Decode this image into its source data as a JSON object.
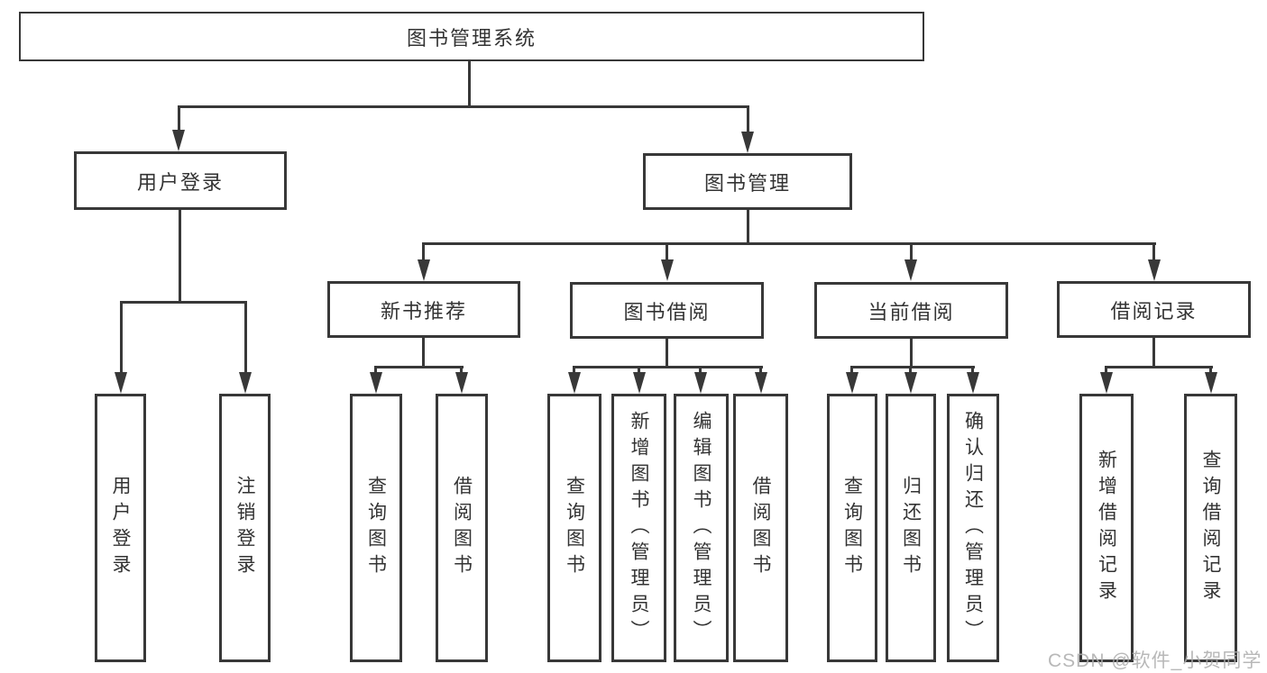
{
  "root": {
    "label": "图书管理系统"
  },
  "login": {
    "label": "用户登录",
    "children": {
      "user_login": {
        "label": "用户登录"
      },
      "logout": {
        "label": "注销登录"
      }
    }
  },
  "management": {
    "label": "图书管理",
    "sections": {
      "new_books": {
        "label": "新书推荐",
        "children": {
          "query_books": {
            "label": "查询图书"
          },
          "borrow_books": {
            "label": "借阅图书"
          }
        }
      },
      "borrowing": {
        "label": "图书借阅",
        "children": {
          "query_books": {
            "label": "查询图书"
          },
          "add_books": {
            "label": "新增图书（管理员）"
          },
          "edit_books": {
            "label": "编辑图书（管理员）"
          },
          "borrow_books": {
            "label": "借阅图书"
          }
        }
      },
      "current": {
        "label": "当前借阅",
        "children": {
          "query_books": {
            "label": "查询图书"
          },
          "return_books": {
            "label": "归还图书"
          },
          "confirm_return": {
            "label": "确认归还（管理员）"
          }
        }
      },
      "records": {
        "label": "借阅记录",
        "children": {
          "add_record": {
            "label": "新增借阅记录"
          },
          "query_record": {
            "label": "查询借阅记录"
          }
        }
      }
    }
  },
  "watermark": {
    "text": "CSDN @软件_小贺同学"
  },
  "colors": {
    "line": "#383838",
    "text": "#333333",
    "box_fill": "#ffffff",
    "watermark": "#acacac",
    "background": "#ffffff"
  }
}
